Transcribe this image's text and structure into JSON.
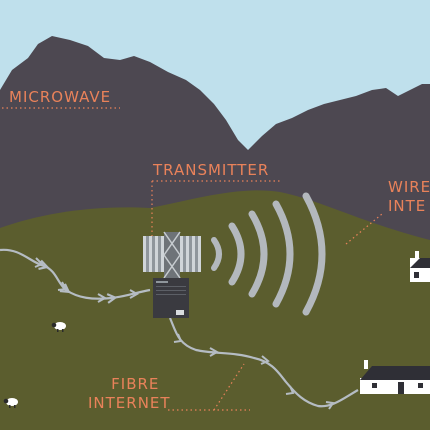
{
  "labels": {
    "microwave": "MICROWAVE",
    "transmitter": "TRANSMITTER",
    "wireless_line1": "WIRE",
    "wireless_line2": "INTE",
    "fibre_line1": "FIBRE",
    "fibre_line2": "INTERNET"
  },
  "colors": {
    "sky": "#bfe0ec",
    "mountain": "#4d4851",
    "hill": "#5b5d2e",
    "label": "#e9825a",
    "cable": "#b5bcc3",
    "waves": "#b3b8bd"
  },
  "icons": [
    "mountain",
    "hill",
    "transmitter-tower",
    "signal-waves",
    "fibre-cable",
    "house",
    "sheep"
  ]
}
